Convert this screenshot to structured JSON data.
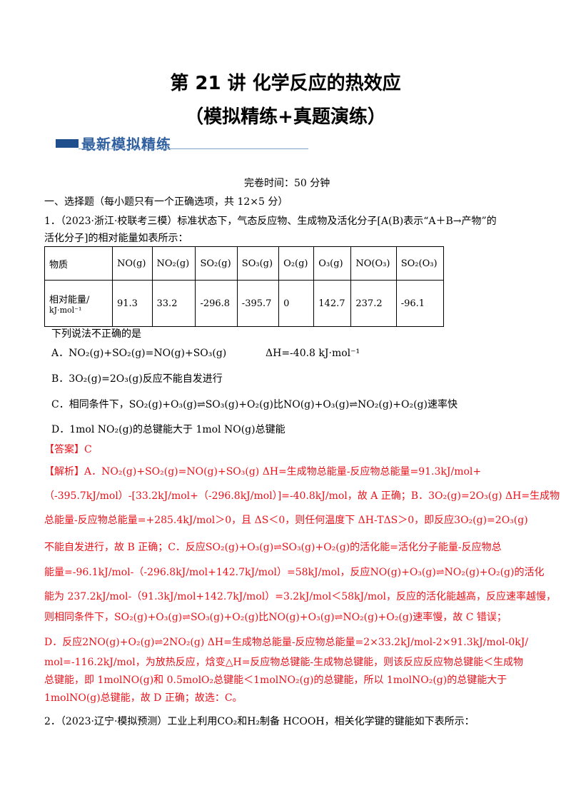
{
  "title_line1": "第 21 讲    化学反应的热效应",
  "title_line2": "（模拟精练+真题演练）",
  "banner": "最新模拟精练",
  "time_line": "完卷时间：50 分钟",
  "section": "一、选择题（每小题只有一个正确选项，共 12×5 分）",
  "q1": {
    "line1": "1．（2023·浙江·校联考三模）标准状态下，气态反应物、生成物及活化分子[A(B)表示“A＋B→产物”的",
    "line2": "活化分子]的相对能量如表所示：",
    "table_header": [
      "物质",
      "NO(g)",
      "NO₂(g)",
      "SO₂(g)",
      "SO₃(g)",
      "O₂(g)",
      "O₃(g)",
      "NO(O₃)",
      "SO₂(O₃)"
    ],
    "row_label_1": "相对能量/",
    "row_label_2": "kJ·mol⁻¹",
    "table_values": [
      "91.3",
      "33.2",
      "-296.8",
      "-395.7",
      "0",
      "142.7",
      "237.2",
      "-96.1"
    ],
    "prompt": "下列说法不正确的是",
    "optA": "A．NO₂(g)+SO₂(g)=NO(g)+SO₃(g)",
    "optA_dh": "ΔH=-40.8 kJ·mol⁻¹",
    "optB": "B．3O₂(g)=2O₃(g)反应不能自发进行",
    "optC": "C．相同条件下，SO₂(g)+O₃(g)⇌SO₃(g)+O₂(g)比NO(g)+O₃(g)⇌NO₂(g)+O₂(g)速率快",
    "optD": "D．1mol NO₂(g)的总键能大于 1mol NO(g)总键能",
    "answer": "【答案】C",
    "analysis": [
      "【解析】A．NO₂(g)+SO₂(g)=NO(g)+SO₃(g) ΔH=生成物总能量-反应物总能量=91.3kJ/mol+",
      "（-395.7kJ/mol）-[33.2kJ/mol+（-296.8kJ/mol）]=-40.8kJ/mol，故 A 正确；B．3O₂(g)=2O₃(g) ΔH=生成物",
      "总能量-反应物总能量=+285.4kJ/mol＞0，且 ΔS＜0，则任何温度下 ΔH-TΔS＞0，即反应3O₂(g)=2O₃(g)",
      "不能自发进行，故 B 正确；C．反应SO₂(g)+O₃(g)⇌SO₃(g)+O₂(g)的活化能=活化分子能量-反应物总",
      "能量=-96.1kJ/mol-（-296.8kJ/mol+142.7kJ/mol）=58kJ/mol，反应NO(g)+O₃(g)⇌NO₂(g)+O₂(g)的活化",
      "能为 237.2kJ/mol-（91.3kJ/mol+142.7kJ/mol）=3.2kJ/mol＜58kJ/mol，反应的活化能越高，反应速率越慢，",
      "则相同条件下，SO₂(g)+O₃(g)⇌SO₃(g)+O₂(g)比NO(g)+O₃(g)⇌NO₂(g)+O₂(g)速率慢，故 C 错误；",
      "D．反应2NO(g)+O₂(g)⇌2NO₂(g) ΔH=生成物总能量-反应物总能量=2×33.2kJ/mol-2×91.3kJ/mol-0kJ/",
      "mol=-116.2kJ/mol，为放热反应，焓变△H=反应物总键能-生成物总键能，则该反应反应物总键能＜生成物",
      "总键能，即 1molNO(g)和 0.5molO₂总键能＜1molNO₂(g)的总键能，所以 1molNO₂(g)的总键能大于",
      "1molNO(g)总键能，故 D 正确；故选：C。"
    ]
  },
  "q2": {
    "line1": "2．（2023·辽宁·模拟预测）工业上利用CO₂和H₂制备 HCOOH，相关化学键的键能如下表所示："
  }
}
